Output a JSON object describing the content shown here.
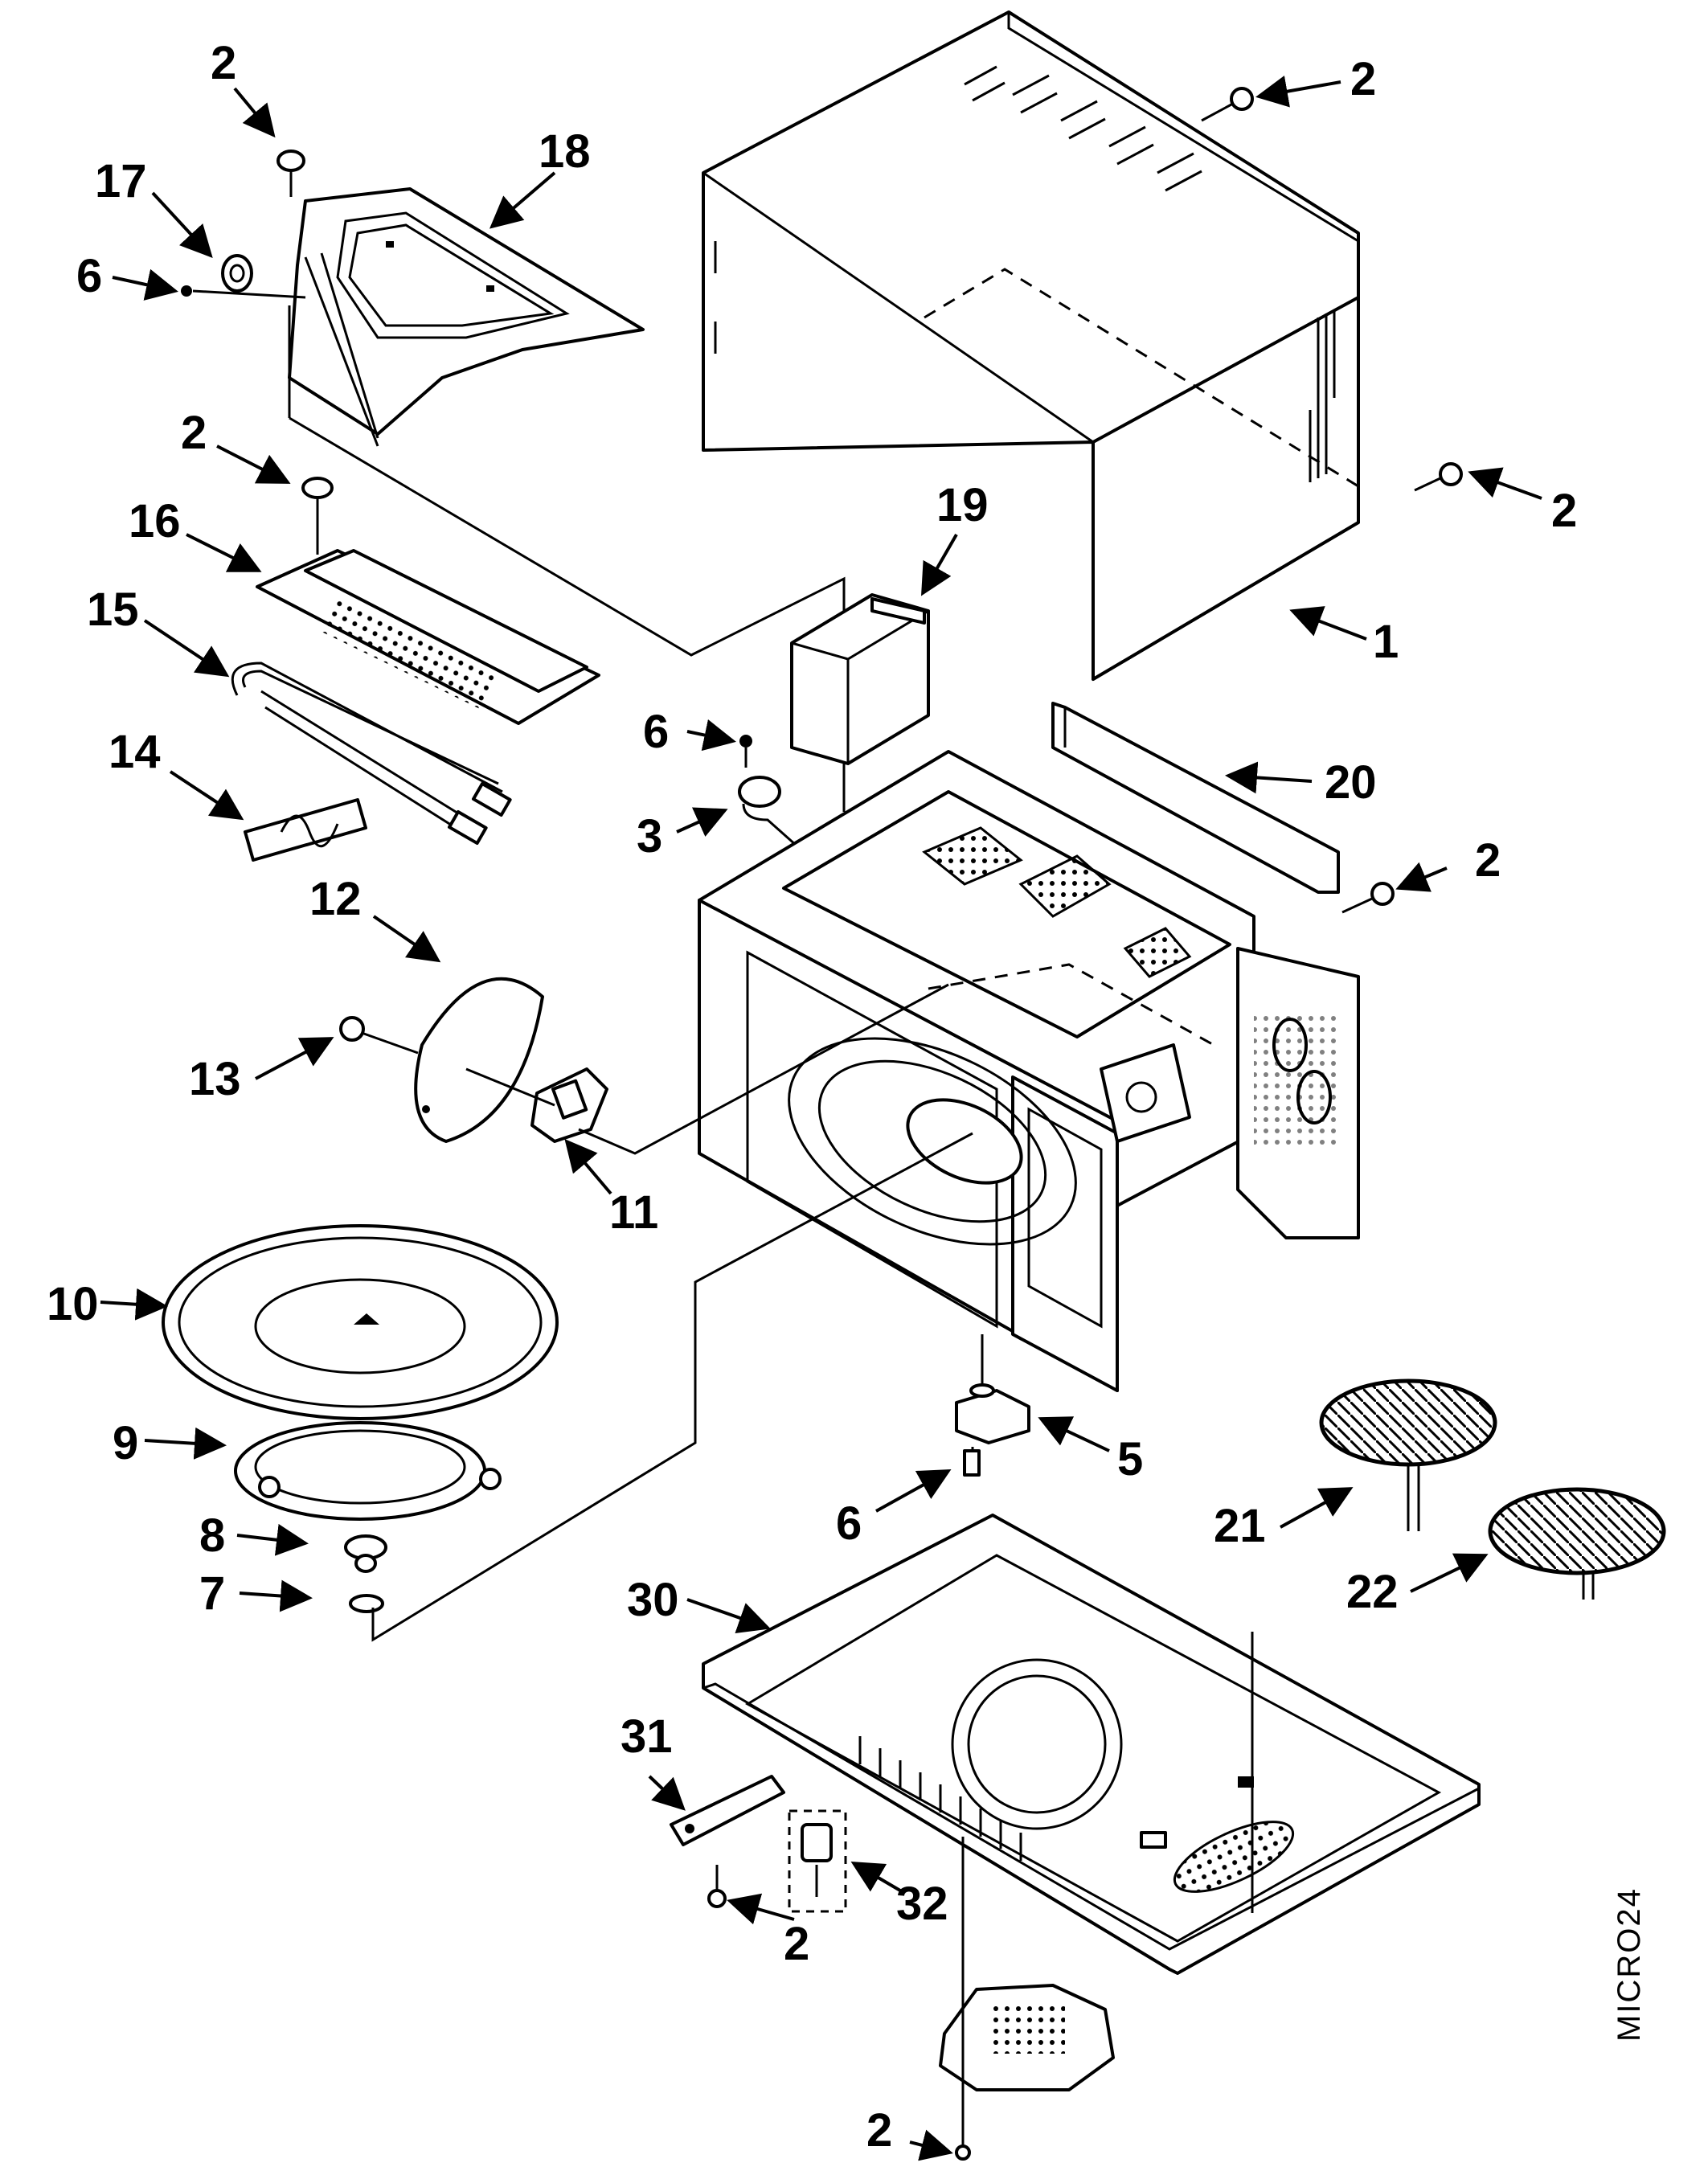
{
  "diagram": {
    "callouts": [
      {
        "id": "c2a",
        "label": "2"
      },
      {
        "id": "c17",
        "label": "17"
      },
      {
        "id": "c18",
        "label": "18"
      },
      {
        "id": "c6a",
        "label": "6"
      },
      {
        "id": "c2b",
        "label": "2"
      },
      {
        "id": "c2c",
        "label": "2"
      },
      {
        "id": "c1",
        "label": "1"
      },
      {
        "id": "c2d",
        "label": "2"
      },
      {
        "id": "c16",
        "label": "16"
      },
      {
        "id": "c15",
        "label": "15"
      },
      {
        "id": "c19",
        "label": "19"
      },
      {
        "id": "c14",
        "label": "14"
      },
      {
        "id": "c6b",
        "label": "6"
      },
      {
        "id": "c3",
        "label": "3"
      },
      {
        "id": "c20",
        "label": "20"
      },
      {
        "id": "c2e",
        "label": "2"
      },
      {
        "id": "c12",
        "label": "12"
      },
      {
        "id": "c13",
        "label": "13"
      },
      {
        "id": "c11",
        "label": "11"
      },
      {
        "id": "c10",
        "label": "10"
      },
      {
        "id": "c9",
        "label": "9"
      },
      {
        "id": "c5",
        "label": "5"
      },
      {
        "id": "c6c",
        "label": "6"
      },
      {
        "id": "c8",
        "label": "8"
      },
      {
        "id": "c7",
        "label": "7"
      },
      {
        "id": "c21",
        "label": "21"
      },
      {
        "id": "c22",
        "label": "22"
      },
      {
        "id": "c30",
        "label": "30"
      },
      {
        "id": "c31",
        "label": "31"
      },
      {
        "id": "c32",
        "label": "32"
      },
      {
        "id": "c2f",
        "label": "2"
      },
      {
        "id": "c2g",
        "label": "2"
      }
    ],
    "figure_code": "MICRO24"
  }
}
